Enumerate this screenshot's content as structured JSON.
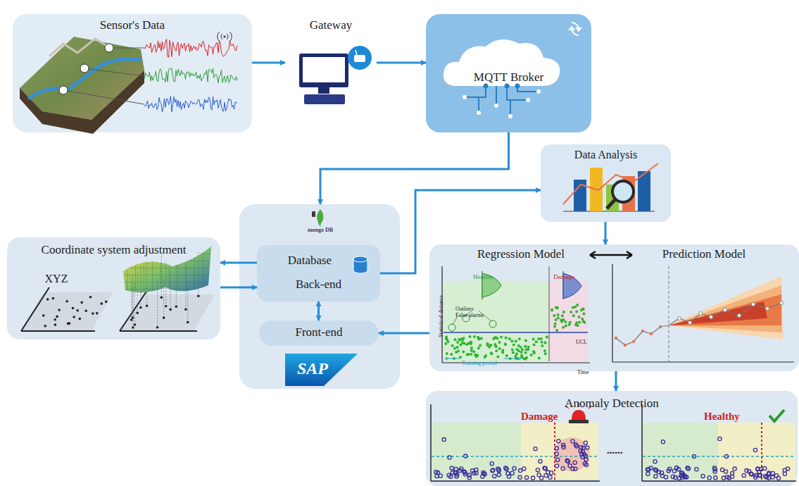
{
  "diagram": {
    "nodes": [
      {
        "text": [
          "Sensor's Data"
        ]
      },
      {
        "text": [
          "Gateway"
        ]
      },
      {
        "text": [
          "MQTT Broker"
        ]
      },
      {
        "text": [
          "Data Analysis"
        ]
      },
      {
        "text": [
          "Coordinate system adjustment",
          "XYZ"
        ]
      },
      {
        "text": [
          "mongo DB",
          "SAP"
        ]
      },
      {
        "text": [
          "Database",
          "Back-end"
        ],
        "in": 5
      },
      {
        "text": [
          "Front-end"
        ],
        "in": 5
      },
      {
        "text": [
          "Regression Model",
          "Prediction Model"
        ]
      },
      {
        "text": [
          "Anomaly Detection"
        ]
      }
    ],
    "edges": [
      {
        "from": 0,
        "to": 1,
        "arrow": "to"
      },
      {
        "from": 1,
        "to": 2,
        "arrow": "to"
      },
      {
        "from": 2,
        "to": 5,
        "arrow": "to"
      },
      {
        "from": 6,
        "to": 3,
        "arrow": "to"
      },
      {
        "from": 3,
        "to": 8,
        "arrow": "to"
      },
      {
        "from": 8,
        "to": 7,
        "arrow": "to"
      },
      {
        "from": 6,
        "to": 4,
        "arrow": "to"
      },
      {
        "from": 4,
        "to": 6,
        "arrow": "to"
      },
      {
        "from": 6,
        "to": 7,
        "arrow": "both"
      },
      {
        "from": 8,
        "to": 9,
        "arrow": "to"
      }
    ],
    "labels": [
      "Healthy",
      "Damage",
      "Outliers",
      "False alarms",
      "UCL",
      "Statistical distance",
      "Time",
      "Training period",
      "Damage",
      "Healthy",
      "......"
    ]
  }
}
